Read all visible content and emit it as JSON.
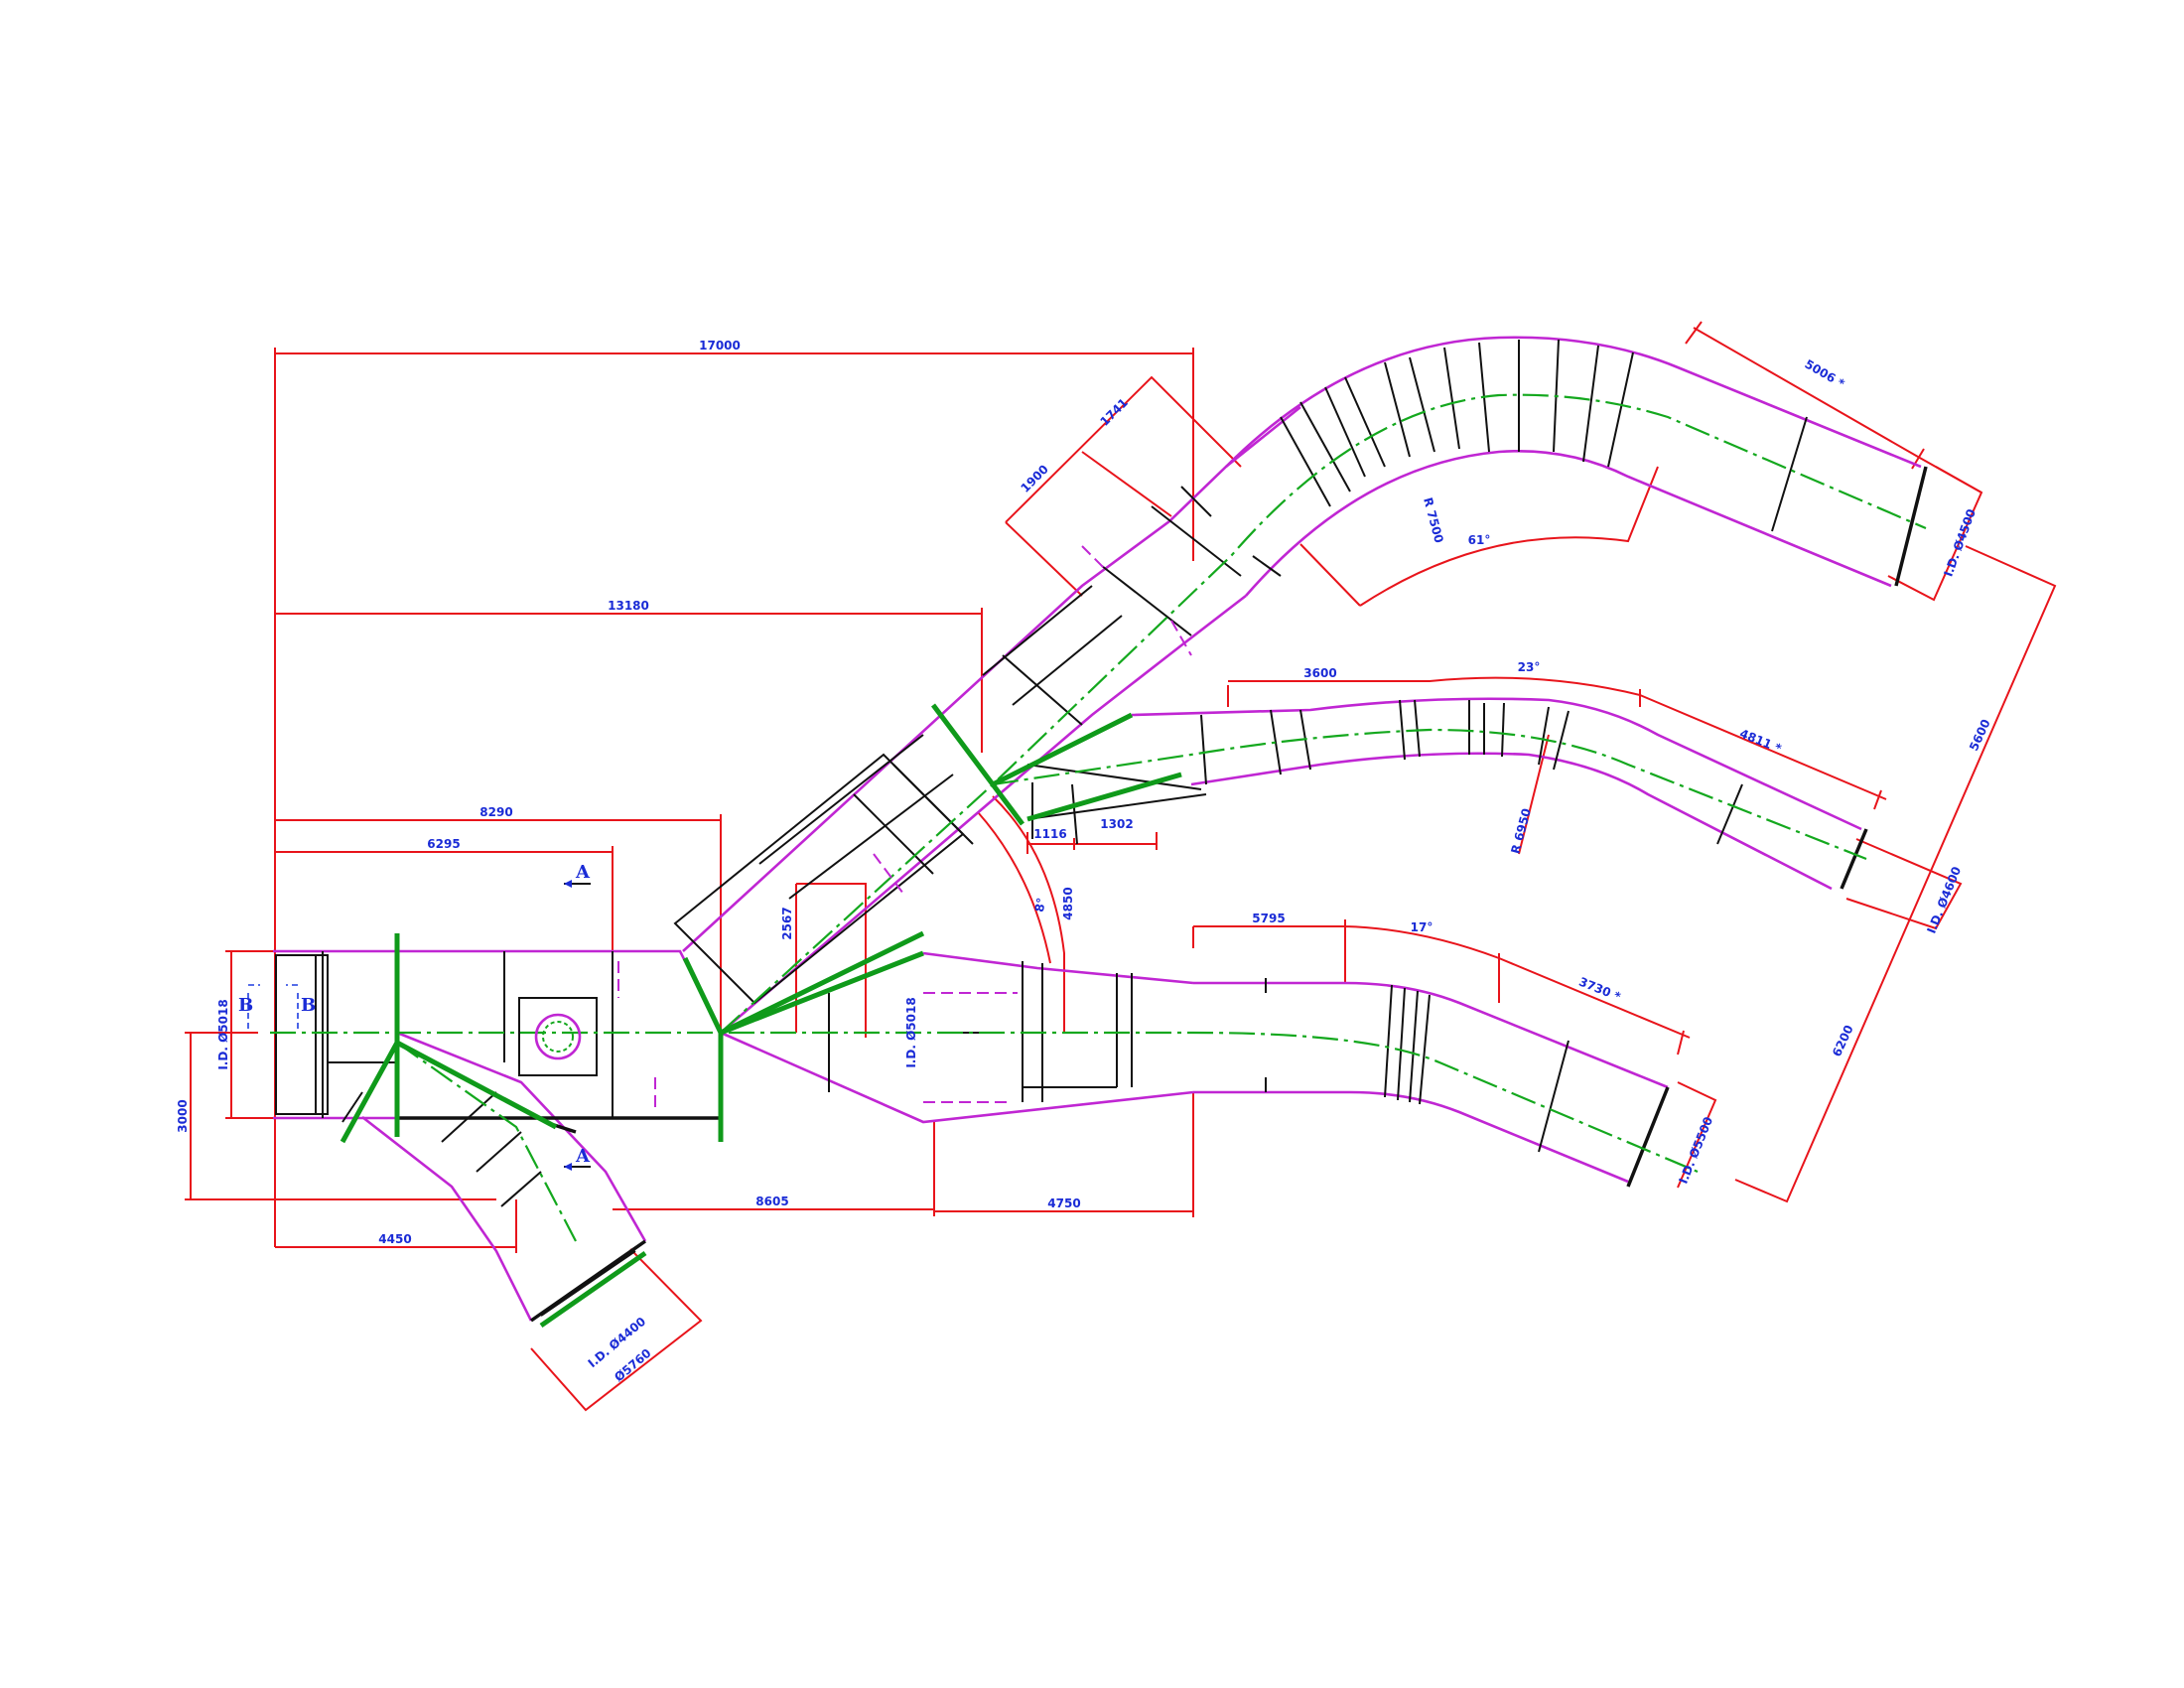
{
  "colors": {
    "dimension": "#e8141b",
    "outline": "#c026d3",
    "centerline": "#14a81e",
    "structure": "#111111",
    "text": "#1a2bd6"
  },
  "dimensions": {
    "d17000": "17000",
    "d13180": "13180",
    "d8290": "8290",
    "d6295": "6295",
    "d3000": "3000",
    "d4450": "4450",
    "d8605": "8605",
    "d4750": "4750",
    "d1741": "1741",
    "d1900": "1900",
    "d5006": "5006 *",
    "r7500": "R 7500",
    "a61": "61°",
    "ld4500": "I.D. Ø4500",
    "d5600": "5600",
    "d3600": "3600",
    "a23": "23°",
    "d4811": "4811 *",
    "r6950": "R 6950",
    "ld4600": "I.D. Ø4600",
    "d6200": "6200",
    "d1116": "1116",
    "d1302": "1302",
    "d2567": "2567",
    "a8": "8°",
    "d4850": "4850",
    "ld5018a": "I.D. Ø5018",
    "ld5018b": "I.D. Ø5018",
    "d5795": "5795",
    "a17": "17°",
    "d3730": "3730 *",
    "ld5500": "I.D. Ø5500",
    "ld4400": "I.D. Ø4400",
    "d5760": "Ø5760"
  },
  "section_marks": {
    "a_top": "A",
    "a_bottom": "A",
    "b_left": "B",
    "b_right": "B"
  }
}
